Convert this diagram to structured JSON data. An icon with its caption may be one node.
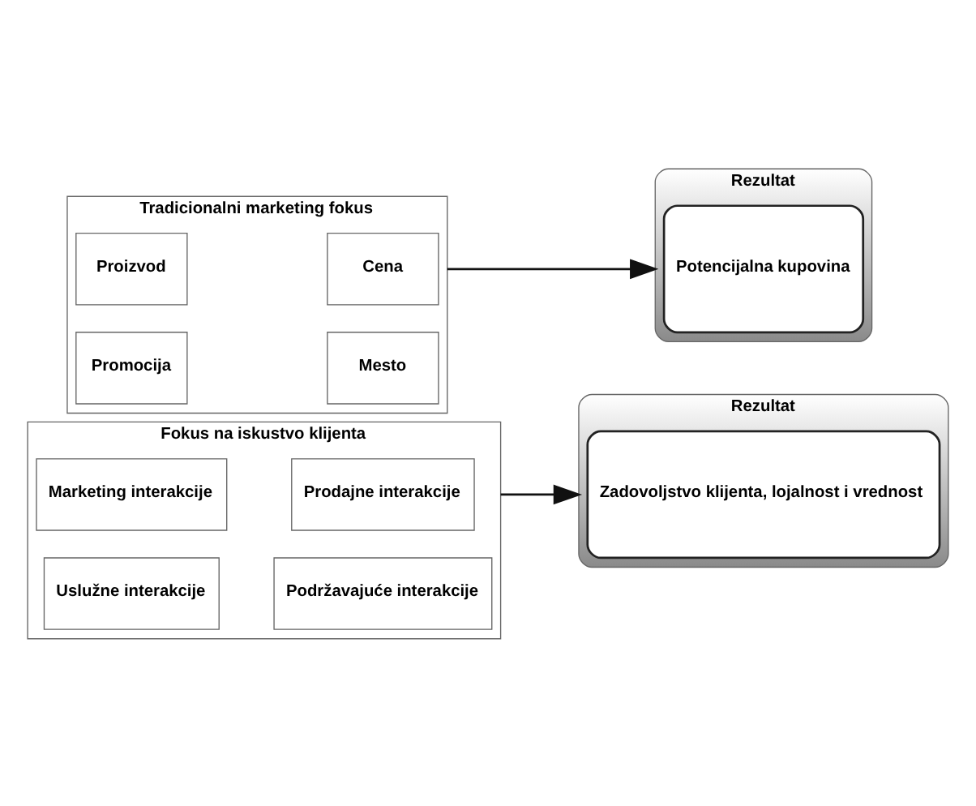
{
  "diagram": {
    "nodes": [
      {
        "text": [
          "Tradicionalni marketing fokus"
        ]
      },
      {
        "text": [
          "Proizvod"
        ],
        "in": 0
      },
      {
        "text": [
          "Cena"
        ],
        "in": 0
      },
      {
        "text": [
          "Promocija"
        ],
        "in": 0
      },
      {
        "text": [
          "Mesto"
        ],
        "in": 0
      },
      {
        "text": [
          "Rezultat"
        ]
      },
      {
        "text": [
          "Potencijalna kupovina"
        ],
        "in": 5
      },
      {
        "text": [
          "Fokus na iskustvo klijenta"
        ]
      },
      {
        "text": [
          "Marketing interakcije"
        ],
        "in": 7
      },
      {
        "text": [
          "Prodajne interakcije"
        ],
        "in": 7
      },
      {
        "text": [
          "Uslužne interakcije"
        ],
        "in": 7
      },
      {
        "text": [
          "Podržavajuće interakcije"
        ],
        "in": 7
      },
      {
        "text": [
          "Rezultat"
        ]
      },
      {
        "text": [
          "Zadovoljstvo klijenta, lojalnost i vrednost"
        ],
        "in": 12
      }
    ],
    "edges": [
      {
        "from": 0,
        "to": 5,
        "arrow": "to"
      },
      {
        "from": 7,
        "to": 12,
        "arrow": "to"
      }
    ]
  }
}
